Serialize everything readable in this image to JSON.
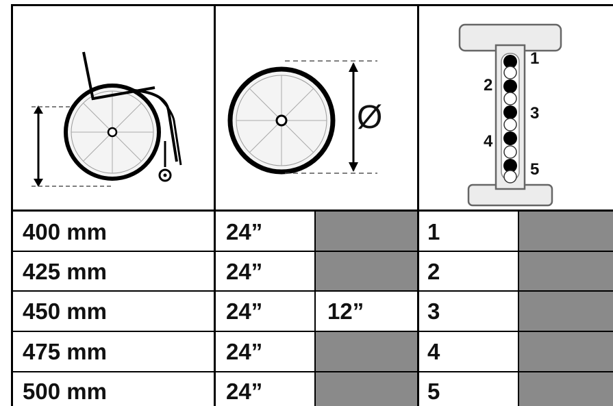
{
  "header": {
    "diameter_symbol": "Ø",
    "axle_positions": [
      "1",
      "2",
      "3",
      "4",
      "5"
    ]
  },
  "rows": [
    {
      "seat_height": "400 mm",
      "wheel_size": "24”",
      "caster_size": "",
      "axle_position": "1"
    },
    {
      "seat_height": "425 mm",
      "wheel_size": "24”",
      "caster_size": "",
      "axle_position": "2"
    },
    {
      "seat_height": "450 mm",
      "wheel_size": "24”",
      "caster_size": "12”",
      "axle_position": "3"
    },
    {
      "seat_height": "475 mm",
      "wheel_size": "24”",
      "caster_size": "",
      "axle_position": "4"
    },
    {
      "seat_height": "500 mm",
      "wheel_size": "24”",
      "caster_size": "",
      "axle_position": "5"
    }
  ],
  "colors": {
    "border": "#000000",
    "shaded_cell": "#8a8a8a",
    "background": "#ffffff"
  }
}
